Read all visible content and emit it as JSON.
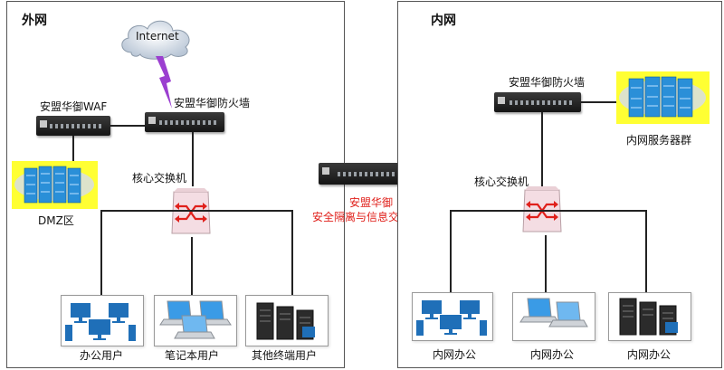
{
  "outer_zone": {
    "title": "外网",
    "internet_label": "Internet",
    "firewall_label": "安盟华御防火墙",
    "waf_label": "安盟华御WAF",
    "dmz_label": "DMZ区",
    "core_switch_label": "核心交换机",
    "users": [
      {
        "label": "办公用户",
        "icon": "desktop-computers-icon"
      },
      {
        "label": "笔记本用户",
        "icon": "laptops-icon"
      },
      {
        "label": "其他终端用户",
        "icon": "server-terminals-icon"
      }
    ]
  },
  "gateway": {
    "name": "安盟华御",
    "subtitle": "安全隔离与信息交换系统",
    "color": "#e0201b"
  },
  "inner_zone": {
    "title": "内网",
    "firewall_label": "安盟华御防火墙",
    "servers_label": "内网服务器群",
    "core_switch_label": "核心交换机",
    "users": [
      {
        "label": "内网办公",
        "icon": "desktop-computers-icon"
      },
      {
        "label": "内网办公",
        "icon": "laptops-icon"
      },
      {
        "label": "内网办公",
        "icon": "server-terminals-icon"
      }
    ]
  },
  "colors": {
    "server_highlight": "#ffff33",
    "server_blue": "#2a8fd8",
    "switch_cross": "#e0201b",
    "lightning": "#9b3fd0"
  }
}
